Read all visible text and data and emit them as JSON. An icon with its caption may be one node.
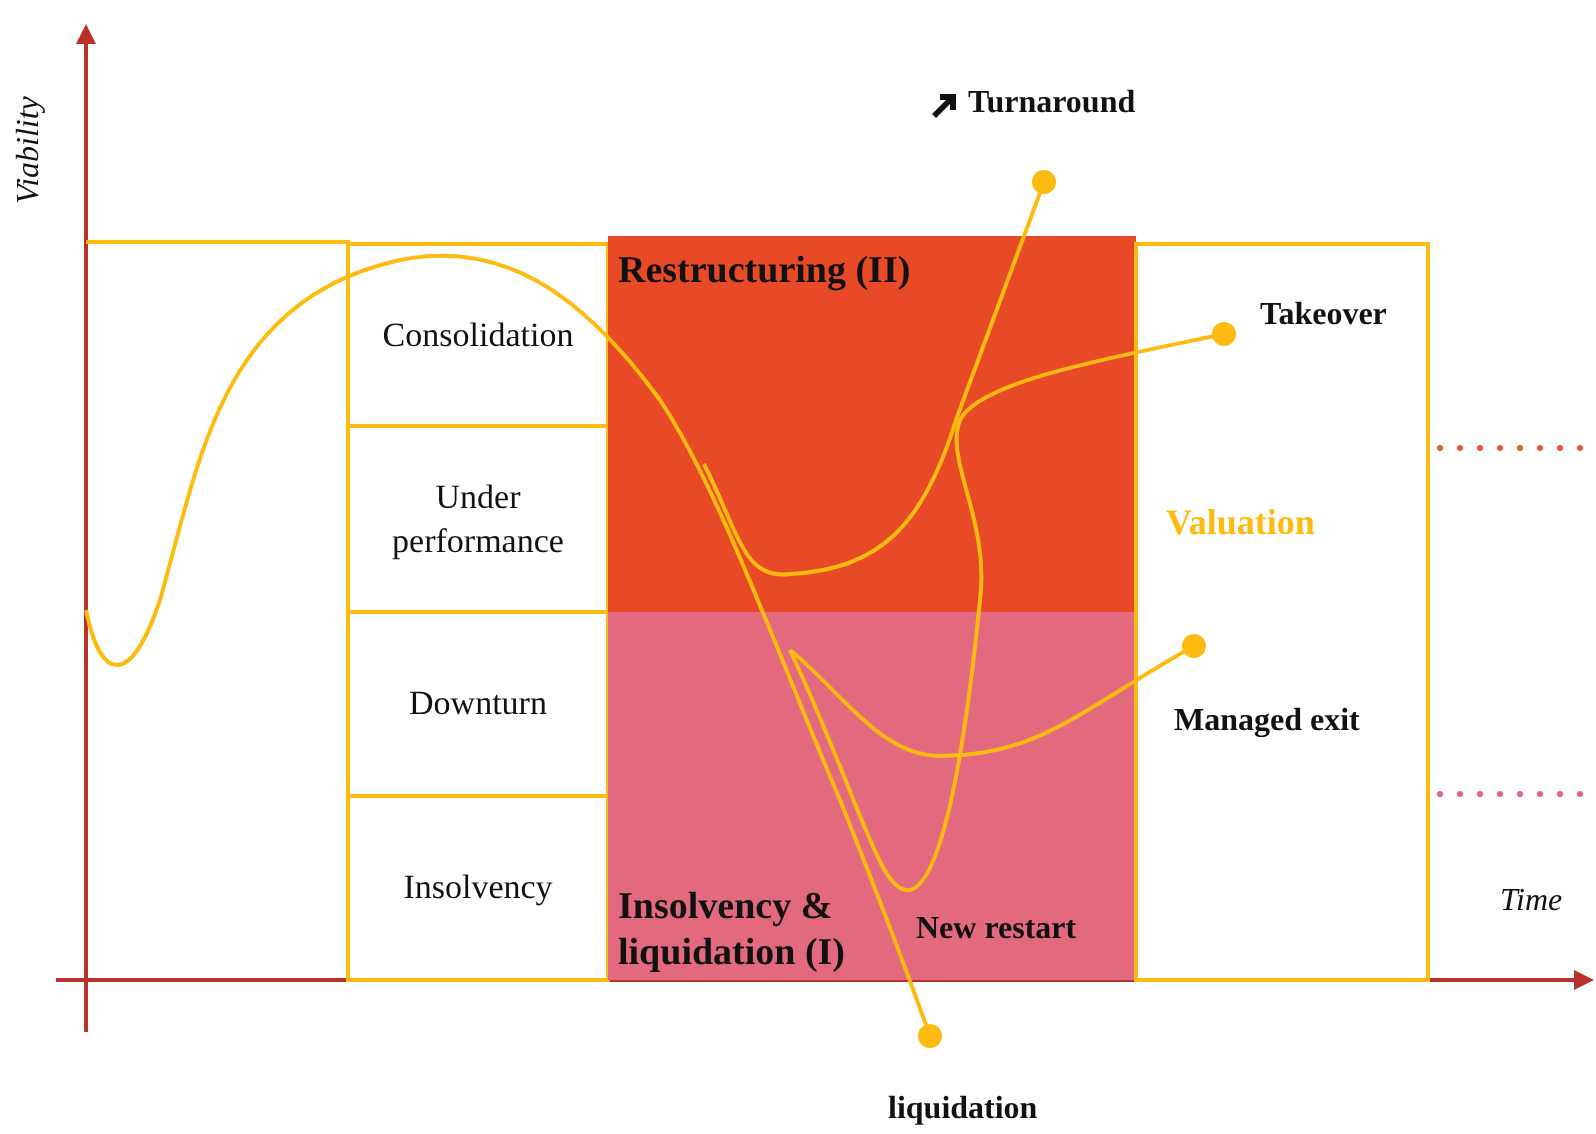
{
  "diagram": {
    "nodes": [
      {
        "text": [
          "Consolidation"
        ]
      },
      {
        "text": [
          "Under performance"
        ]
      },
      {
        "text": [
          "Downturn"
        ]
      },
      {
        "text": [
          "Insolvency"
        ]
      },
      {
        "text": [
          "Restructuring (II)"
        ]
      },
      {
        "text": [
          "Insolvency & liquidation (I)"
        ]
      },
      {
        "text": [
          "Valuation"
        ]
      }
    ],
    "edges": [],
    "labels": [
      "Viability",
      "Turnaround",
      "Takeover",
      "Managed exit",
      "Time",
      "New restart",
      "liquidation"
    ]
  }
}
